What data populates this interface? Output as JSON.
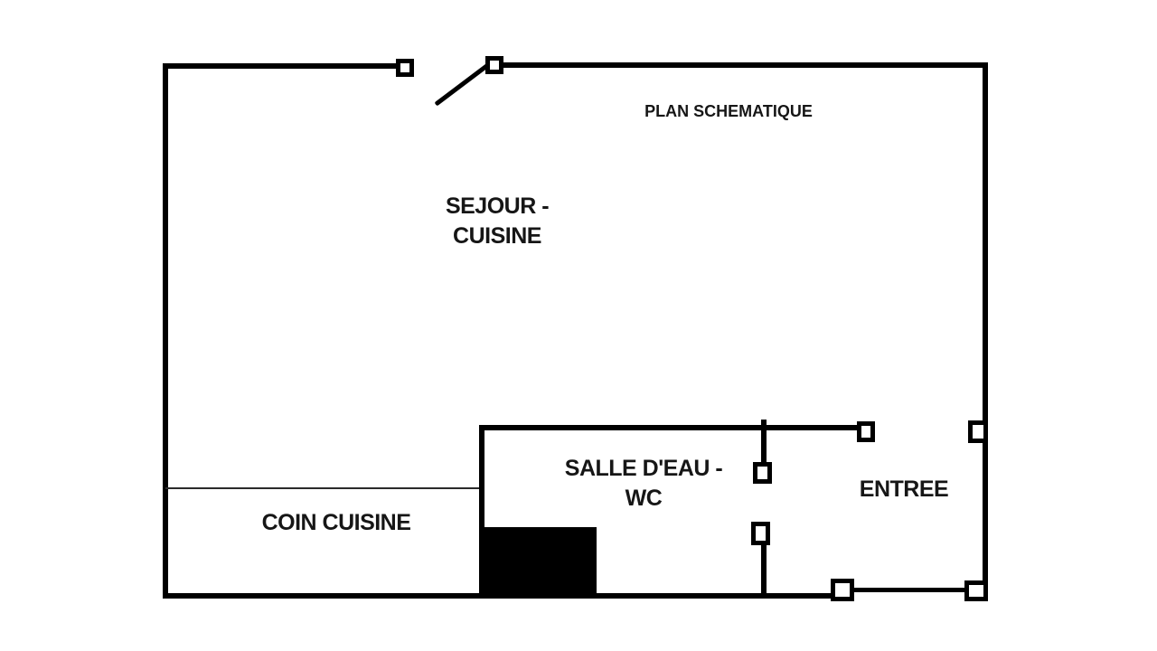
{
  "title": {
    "text": "PLAN SCHEMATIQUE"
  },
  "rooms": {
    "sejour": {
      "line1": "SEJOUR -",
      "line2": "CUISINE"
    },
    "coin_cuisine": {
      "label": "COIN CUISINE"
    },
    "salle_eau": {
      "line1": "SALLE D'EAU -",
      "line2": "WC"
    },
    "entree": {
      "label": "ENTREE"
    }
  },
  "colors": {
    "wall": "#000000",
    "background": "#ffffff",
    "fixture": "#000000",
    "text": "#161616"
  }
}
